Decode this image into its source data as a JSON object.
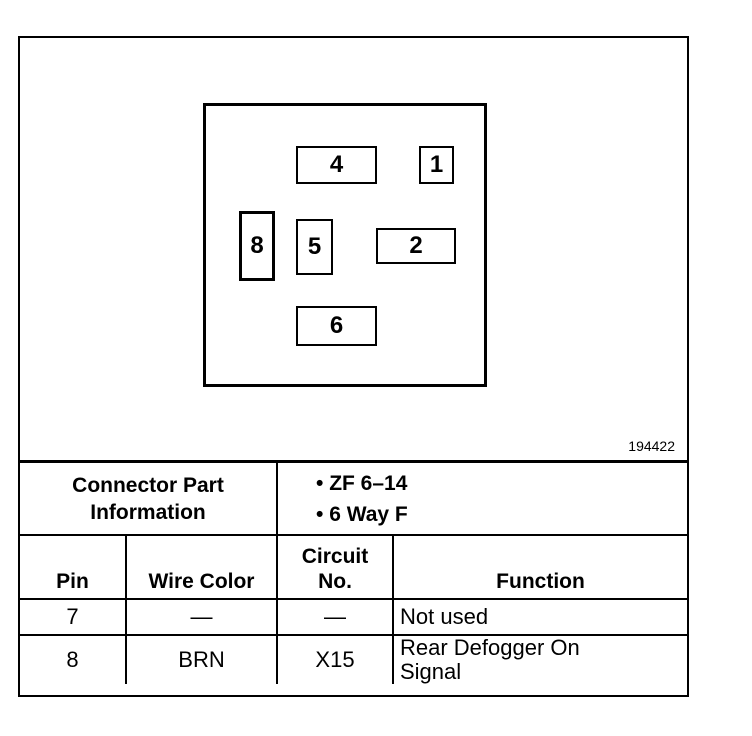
{
  "diagram": {
    "pins": [
      "4",
      "1",
      "8",
      "5",
      "2",
      "6"
    ],
    "figure_number": "194422"
  },
  "connector_info": {
    "label_line1": "Connector Part",
    "label_line2": "Information",
    "items": [
      "ZF 6–14",
      "6 Way F"
    ]
  },
  "table": {
    "headers": {
      "pin": "Pin",
      "wire_color": "Wire Color",
      "circuit_line1": "Circuit",
      "circuit_line2": "No.",
      "function": "Function"
    },
    "rows": [
      {
        "pin": "7",
        "wire_color": "—",
        "circuit": "—",
        "function_line1": "Not used",
        "function_line2": ""
      },
      {
        "pin": "8",
        "wire_color": "BRN",
        "circuit": "X15",
        "function_line1": "Rear Defogger On",
        "function_line2": "Signal"
      }
    ]
  }
}
